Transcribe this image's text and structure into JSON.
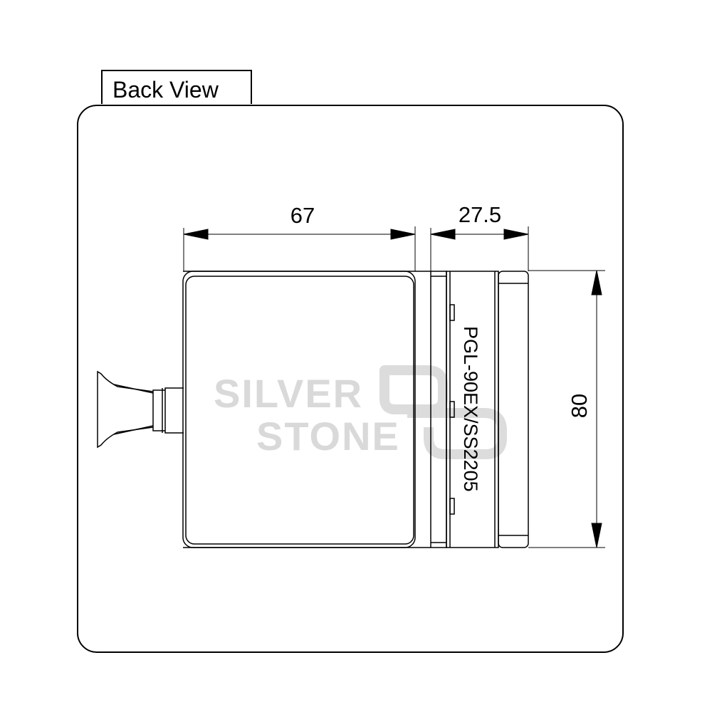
{
  "view_label": "Back View",
  "dimensions": {
    "body_width": "67",
    "side_width": "27.5",
    "height": "80"
  },
  "model_code": "PGL-90EX/SS2205",
  "watermark": {
    "line1": "SILVER",
    "line2": "STONE"
  }
}
